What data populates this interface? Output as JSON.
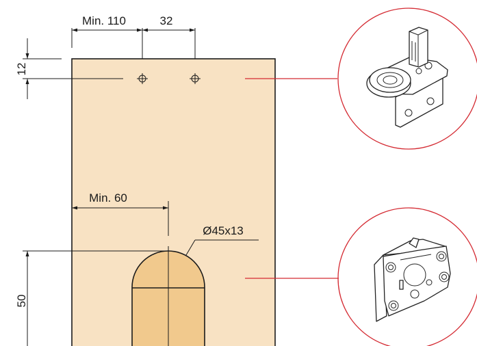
{
  "dimensions": {
    "min_hinge_offset": "Min. 110",
    "hole_spacing": "32",
    "edge_distance": "12",
    "min_cup_offset": "Min. 60",
    "cup_size": "Ø45x13",
    "cup_height": "50"
  },
  "colors": {
    "panel": "#f8e2c3",
    "cup": "#f1c98d",
    "leader": "#d42a32",
    "line": "#1a1a1a"
  },
  "icons": {
    "top_detail": "mounting-plate-icon",
    "bottom_detail": "hinge-cup-icon"
  }
}
